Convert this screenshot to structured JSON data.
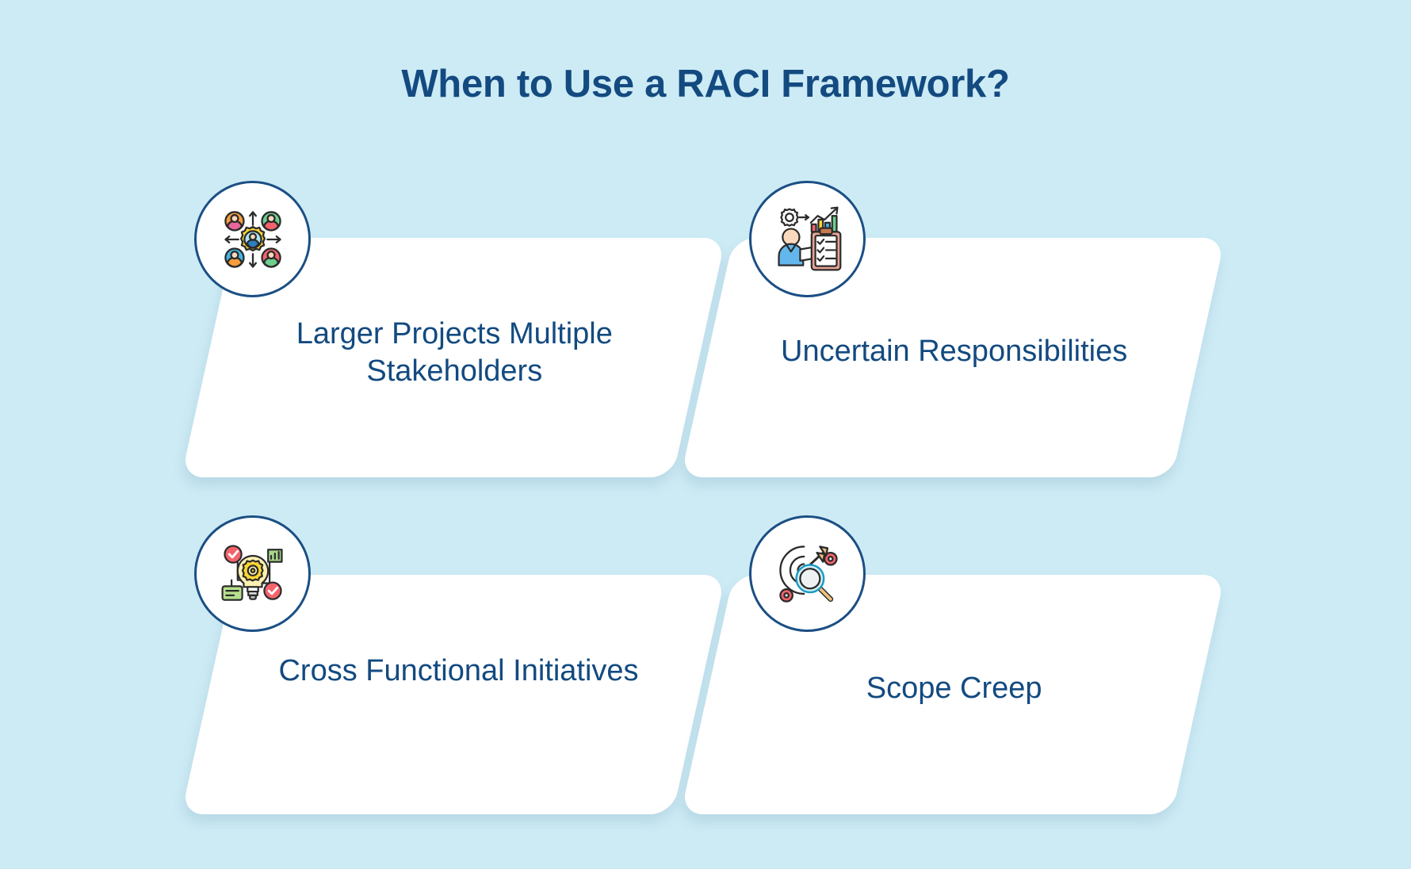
{
  "page": {
    "title": "When to Use a RACI Framework?",
    "background_color": "#cdebf5",
    "accent_color": "#134a80",
    "card_color": "#ffffff",
    "circle_border_color": "#1b4f84"
  },
  "cards": [
    {
      "id": "larger-projects-multiple-stakeholders",
      "label": "Larger Projects Multiple Stakeholders",
      "icon": "people-network-gear-icon"
    },
    {
      "id": "uncertain-responsibilities",
      "label": "Uncertain Responsibilities",
      "icon": "person-clipboard-checklist-icon"
    },
    {
      "id": "cross-functional-initiatives",
      "label": "Cross Functional Initiatives",
      "icon": "lightbulb-gear-idea-icon"
    },
    {
      "id": "scope-creep",
      "label": "Scope Creep",
      "icon": "target-arrow-magnifier-icon"
    }
  ]
}
